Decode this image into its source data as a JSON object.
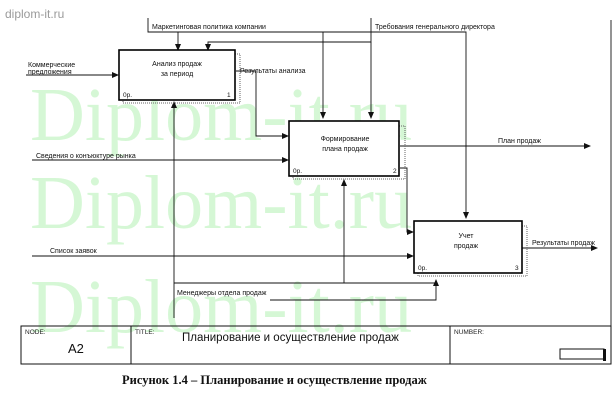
{
  "watermark": {
    "site": "diplom-it.ru",
    "big": "Diplom-it.ru"
  },
  "boxes": [
    {
      "id": "b1",
      "label_lines": [
        "Анализ продаж",
        "за период"
      ],
      "left": "0р.",
      "num": "1"
    },
    {
      "id": "b2",
      "label_lines": [
        "Формирование",
        "плана продаж"
      ],
      "left": "0р.",
      "num": "2"
    },
    {
      "id": "b3",
      "label_lines": [
        "Учет",
        "продаж"
      ],
      "left": "0р.",
      "num": "3"
    }
  ],
  "arrows": {
    "marketing": "Маркетинговая политика компании",
    "director": "Требования генерального директора",
    "commercial_line1": "Коммерческие",
    "commercial_line2": "предложения",
    "analysis_results": "Результаты анализа",
    "market_info": "Сведения о конъюктуре рынка",
    "sales_plan": "План продаж",
    "requests": "Список заявок",
    "sales_results": "Результаты продаж",
    "managers": "Менеджеры отдела продаж"
  },
  "footer": {
    "node_label": "NODE:",
    "node_value": "A2",
    "title_label": "TITLE:",
    "title_value": "Планирование  и осуществление продаж",
    "number_label": "NUMBER:"
  },
  "caption": "Рисунок 1.4 – Планирование и осуществление  продаж"
}
